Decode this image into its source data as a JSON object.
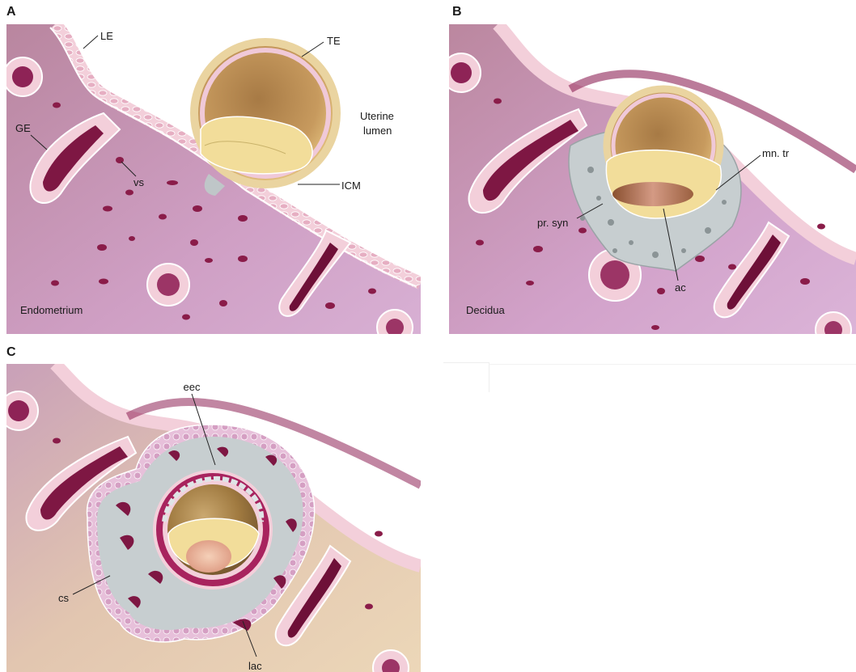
{
  "panels": {
    "a": {
      "letter": "A",
      "labels": {
        "le": "LE",
        "te": "TE",
        "uterine_lumen_1": "Uterine",
        "uterine_lumen_2": "lumen",
        "ge": "GE",
        "vs": "vs",
        "icm": "ICM",
        "endometrium": "Endometrium"
      }
    },
    "b": {
      "letter": "B",
      "labels": {
        "mn_tr": "mn. tr",
        "pr_syn": "pr. syn",
        "ac": "ac",
        "decidua": "Decidua"
      }
    },
    "c": {
      "letter": "C",
      "labels": {
        "eec": "eec",
        "cs": "cs",
        "lac": "lac"
      }
    }
  },
  "colors": {
    "endometrium": "#c9a0bd",
    "decidua": "#d6a7cf",
    "panel_c_tissue": "#e8cfb5",
    "epithelium": "#f4d2dc",
    "epithelium_outline": "#ffffff",
    "vessel": "#8a1c49",
    "trophectoderm": "#c4965a",
    "icm": "#f2dd9a",
    "syncytium": "#bfc6c8",
    "amniotic_cavity": "#d49a84"
  }
}
